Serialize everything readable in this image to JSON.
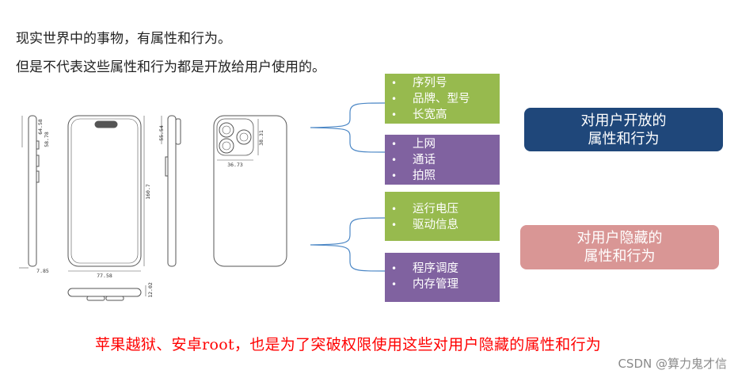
{
  "intro": {
    "line1": "现实世界中的事物，有属性和行为。",
    "line2": "但是不代表这些属性和行为都是开放给用户使用的。"
  },
  "blueprint": {
    "dims": [
      "64.58",
      "58.78",
      "55.54",
      "160.7",
      "38.31",
      "36.73",
      "77.58",
      "7.85",
      "12.02"
    ]
  },
  "groups": [
    {
      "items": [
        "序列号",
        "品牌、型号",
        "长宽高"
      ],
      "color": "#97ba4e"
    },
    {
      "items": [
        "上网",
        "通话",
        "拍照"
      ],
      "color": "#8062a0"
    },
    {
      "items": [
        "运行电压",
        "驱动信息"
      ],
      "color": "#97ba4e"
    },
    {
      "items": [
        "程序调度",
        "内存管理"
      ],
      "color": "#8062a0"
    }
  ],
  "labels": {
    "open": [
      "对用户开放的",
      "属性和行为"
    ],
    "hidden": [
      "对用户隐藏的",
      "属性和行为"
    ],
    "open_color": "#1f477a",
    "hidden_color": "#d99695"
  },
  "conclusion": "苹果越狱、安卓root，也是为了突破权限使用这些对用户隐藏的属性和行为",
  "watermark": "CSDN @算力鬼才信"
}
